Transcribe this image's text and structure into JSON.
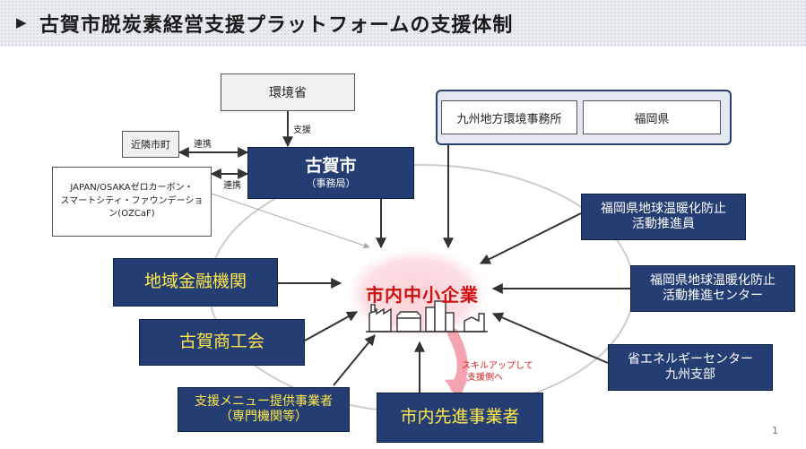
{
  "header": {
    "title": "古賀市脱炭素経営支援プラットフォームの支援体制"
  },
  "nodes": {
    "kankyosho": "環境省",
    "koga_city": "古賀市",
    "koga_city_sub": "（事務局）",
    "kinrin": "近隣市町",
    "ozcaf_line1": "JAPAN/OSAKAゼロカーボン・",
    "ozcaf_line2": "スマートシティ・ファウンデーショ",
    "ozcaf_line3": "ン(OZCaF)",
    "kyushu_office": "九州地方環境事務所",
    "fukuoka_pref": "福岡県",
    "promoter_line1": "福岡県地球温暖化防止",
    "promoter_line2": "活動推進員",
    "center_line1": "福岡県地球温暖化防止",
    "center_line2": "活動推進センター",
    "energy_line1": "省エネルギーセンター",
    "energy_line2": "九州支部",
    "finance": "地域金融機関",
    "chamber": "古賀商工会",
    "provider_line1": "支援メニュー提供事業者",
    "provider_line2": "（専門機関等）",
    "advanced": "市内先進事業者",
    "sme": "市内中小企業"
  },
  "labels": {
    "support": "支援",
    "partner1": "連携",
    "partner2": "連携",
    "skillup_line1": "スキルアップして",
    "skillup_line2": "支援側へ"
  },
  "page_number": "1",
  "colors": {
    "navy_box": "#243e73",
    "yellow_text": "#ffe84a",
    "red_text": "#d01010",
    "pink_glow": "#fbd8dc",
    "pink_arrow": "#f5a3b0",
    "ellipse": "#cccccc"
  },
  "icons": [
    "industry-buildings-icon"
  ]
}
